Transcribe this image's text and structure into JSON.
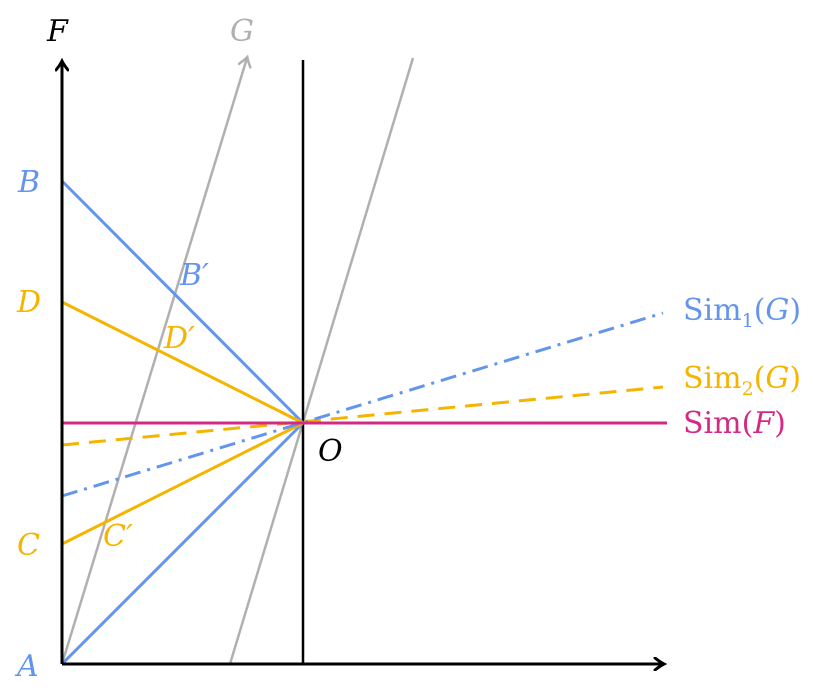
{
  "colors": {
    "black": "#000000",
    "gray": "#b0b0b0",
    "blue": "#6495ed",
    "orange": "#f5b400",
    "magenta": "#d42a86"
  },
  "labels": {
    "axis_F": "F",
    "axis_G": "G",
    "point_A": "A",
    "point_B": "B",
    "point_C": "C",
    "point_D": "D",
    "point_O": "O",
    "point_B_prime": "B′",
    "point_C_prime": "C′",
    "point_D_prime": "D′"
  },
  "legend": {
    "sim1": {
      "prefix": "Sim",
      "sub": "1",
      "arg_open": "(",
      "arg": "G",
      "arg_close": ")"
    },
    "sim2": {
      "prefix": "Sim",
      "sub": "2",
      "arg_open": "(",
      "arg": "G",
      "arg_close": ")"
    },
    "simF": {
      "prefix": "Sim",
      "arg_open": "(",
      "arg": "F",
      "arg_close": ")"
    }
  }
}
